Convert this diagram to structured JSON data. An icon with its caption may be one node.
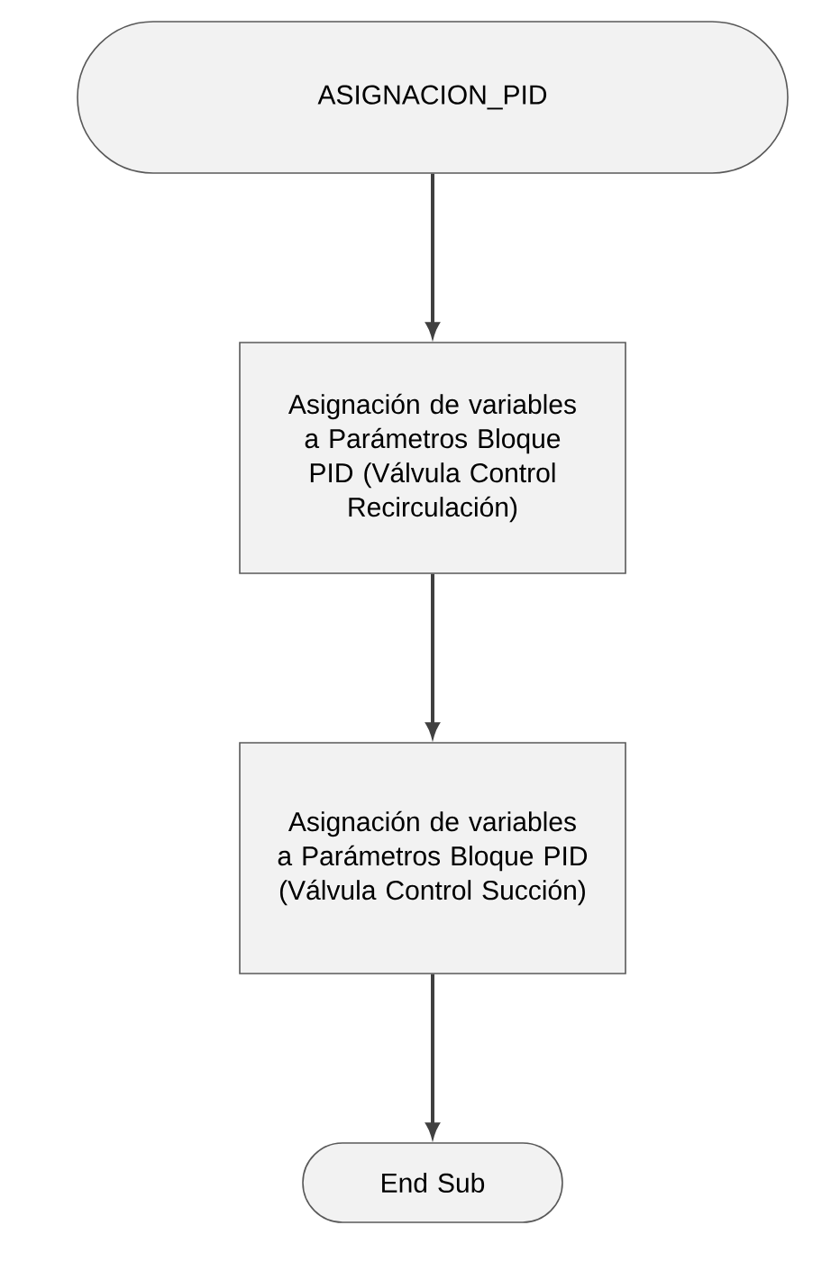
{
  "diagram": {
    "nodes": [
      {
        "text": [
          "ASIGNACION_PID"
        ]
      },
      {
        "text": [
          "Asignación de variables a Parámetros Bloque PID (Válvula Control Recirculación)"
        ]
      },
      {
        "text": [
          "Asignación de variables a Parámetros Bloque PID (Válvula Control Succión)"
        ]
      },
      {
        "text": [
          "End Sub"
        ]
      }
    ],
    "edges": [
      {
        "from": 0,
        "to": 1,
        "arrow": "to"
      },
      {
        "from": 1,
        "to": 2,
        "arrow": "to"
      },
      {
        "from": 2,
        "to": 3,
        "arrow": "to"
      }
    ]
  }
}
